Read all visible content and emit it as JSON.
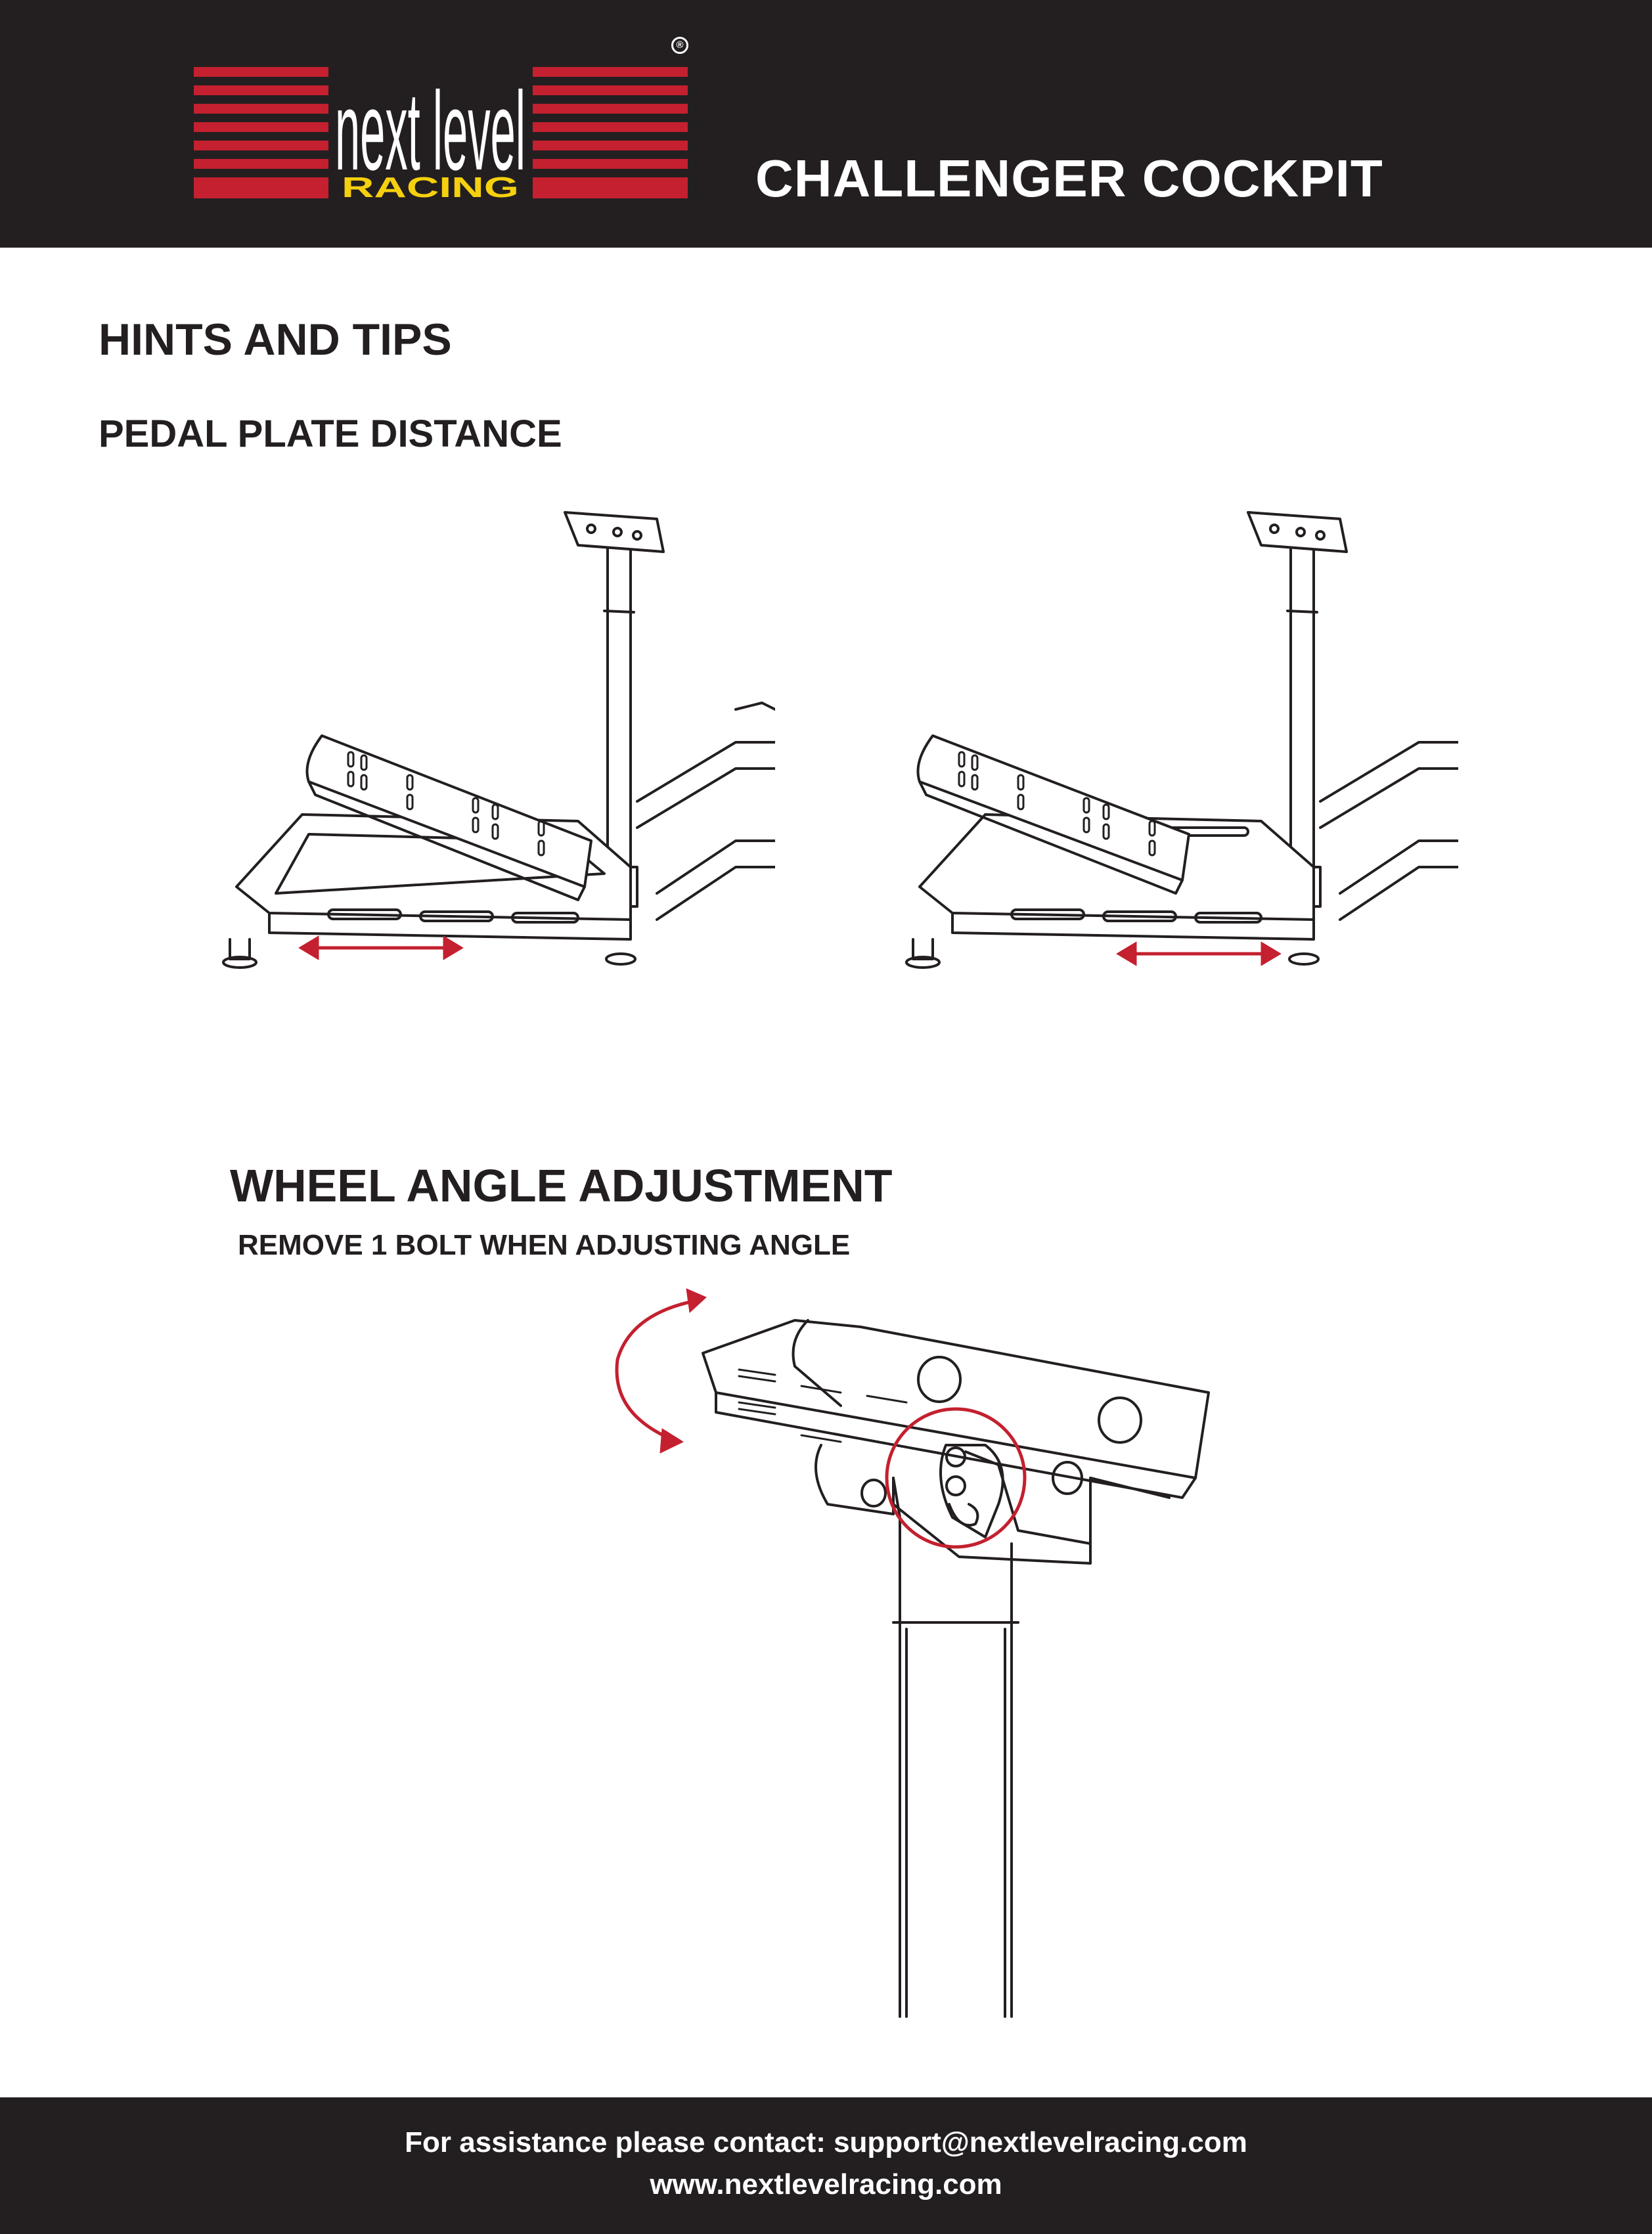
{
  "brand": {
    "logo_line1": "next level",
    "logo_line2": "RACING",
    "registered": "®",
    "colors": {
      "red": "#c4202f",
      "yellow": "#f5d00f",
      "dark": "#231f20"
    }
  },
  "header": {
    "title": "CHALLENGER COCKPIT"
  },
  "sections": {
    "hints_title": "HINTS AND TIPS",
    "pedal_title": "PEDAL PLATE DISTANCE",
    "wheel_title": "WHEEL ANGLE ADJUSTMENT",
    "wheel_subtitle": "REMOVE 1 BOLT WHEN ADJUSTING ANGLE"
  },
  "illustrations": {
    "pedal_left_icon": "double-arrow-icon",
    "pedal_right_icon": "double-arrow-icon",
    "wheel_icon": "rotate-arrow-icon",
    "highlight_color": "#c4202f"
  },
  "footer": {
    "contact": "For assistance please contact: support@nextlevelracing.com",
    "website": "www.nextlevelracing.com"
  }
}
